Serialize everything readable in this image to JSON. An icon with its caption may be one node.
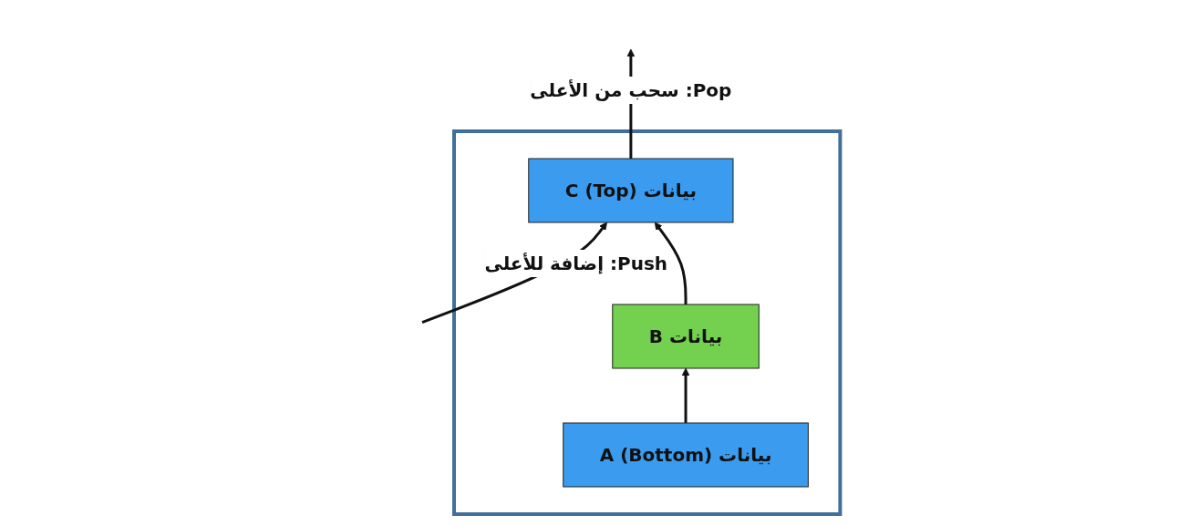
{
  "diagram": {
    "nodes": [
      {
        "text": [],
        "shape": "box"
      },
      {
        "text": [
          "بيانات C (Top)"
        ],
        "in": 0
      },
      {
        "text": [
          "بيانات B"
        ],
        "in": 0
      },
      {
        "text": [
          "بيانات A (Bottom)"
        ],
        "in": 0
      }
    ],
    "edges": [
      {
        "from": null,
        "to": 1,
        "arrow": "to",
        "label": "Push: إضافة للأعلى"
      },
      {
        "from": 1,
        "to": null,
        "arrow": "to",
        "label": "Pop: سحب من الأعلى"
      },
      {
        "from": 3,
        "to": 2,
        "arrow": "to"
      },
      {
        "from": 2,
        "to": 1,
        "arrow": "to"
      }
    ]
  }
}
